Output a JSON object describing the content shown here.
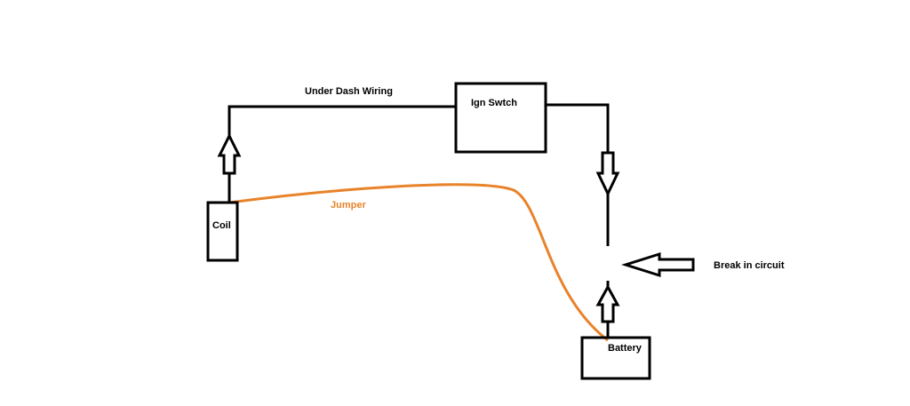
{
  "labels": {
    "under_dash": "Under Dash Wiring",
    "ign_switch": "Ign Swtch",
    "coil": "Coil",
    "jumper": "Jumper",
    "battery": "Battery",
    "break": "Break in circuit"
  },
  "colors": {
    "wire": "#000000",
    "jumper": "#E8832A",
    "background": "#ffffff"
  }
}
